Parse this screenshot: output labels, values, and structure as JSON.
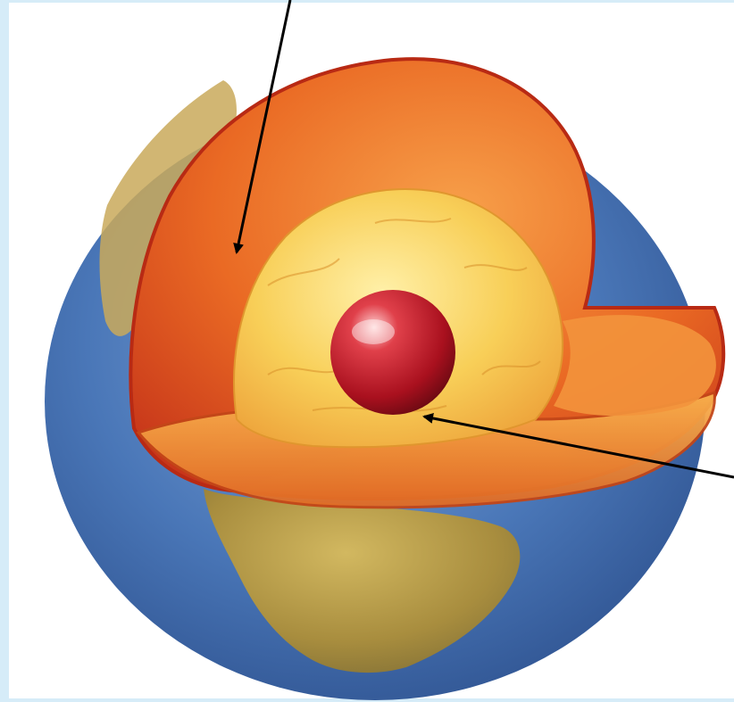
{
  "diagram": {
    "subject": "earth-cutaway",
    "layers": [
      {
        "name": "crust",
        "color": "#3f6fb0"
      },
      {
        "name": "mantle",
        "color": "#e4541c"
      },
      {
        "name": "outer-core",
        "color": "#f6c64a"
      },
      {
        "name": "inner-core",
        "color": "#b8172a"
      }
    ],
    "pointers": [
      {
        "id": "pointer-mantle",
        "label": ""
      },
      {
        "id": "pointer-outer-core",
        "label": ""
      }
    ],
    "colors": {
      "frame": "#d6ecf8",
      "ocean": "#3f6fb0",
      "land": "#b59a4a",
      "arrow": "#000000"
    }
  }
}
